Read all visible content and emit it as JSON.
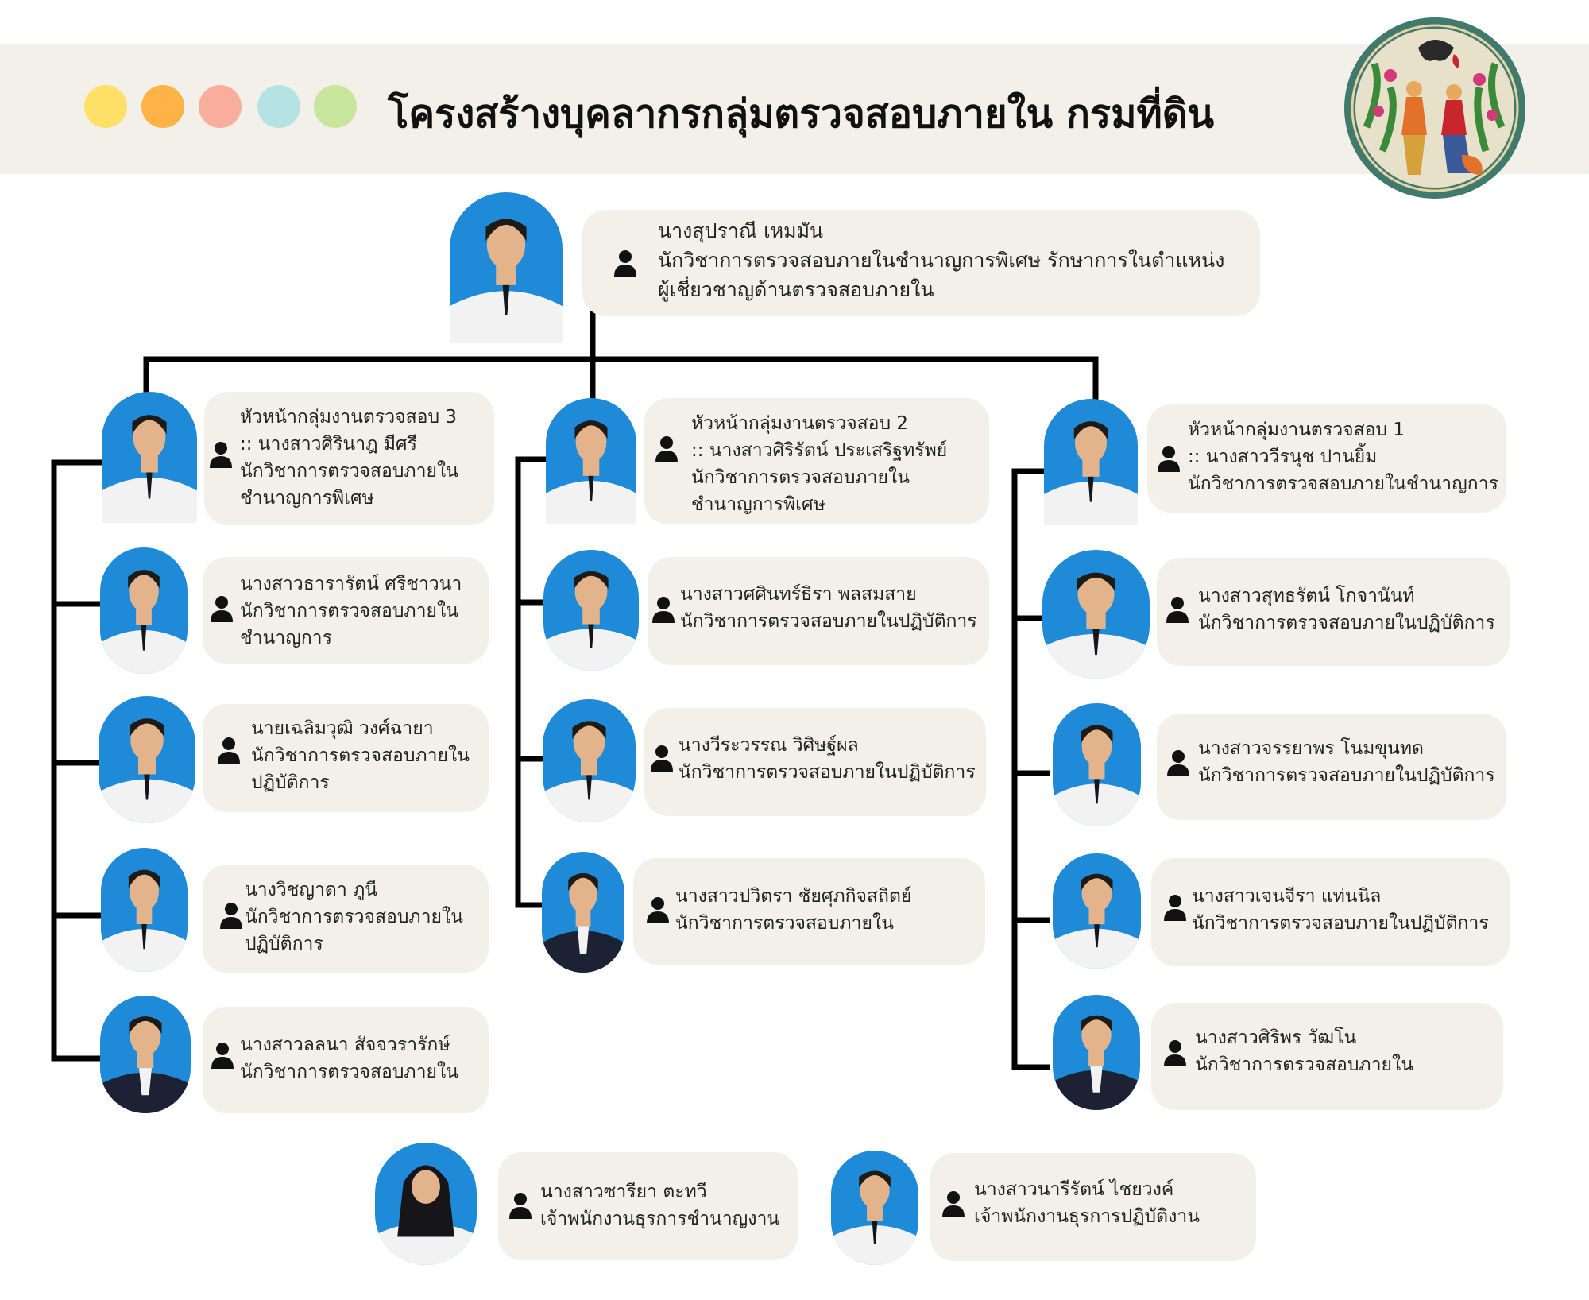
{
  "title": "โครงสร้างบุคลากรกลุ่มตรวจสอบภายใน กรมที่ดิน",
  "dots": [
    "#ffe066",
    "#ffb347",
    "#f9ad9c",
    "#b5e2e2",
    "#c8e69b"
  ],
  "chief": {
    "lines": [
      "นางสุปราณี เหมมัน",
      "นักวิชาการตรวจสอบภายในชำนาญการพิเศษ รักษาการในตำแหน่ง",
      "ผู้เชี่ยวชาญด้านตรวจสอบภายใน"
    ]
  },
  "group3": {
    "head": {
      "lines": [
        "หัวหน้ากลุ่มงานตรวจสอบ 3",
        ":: นางสาวศิรินาฎ มีศรี",
        "นักวิชาการตรวจสอบภายใน",
        "ชำนาญการพิเศษ"
      ]
    },
    "members": [
      {
        "lines": [
          "นางสาวธารารัตน์ ศรีชาวนา",
          "นักวิชาการตรวจสอบภายใน",
          "ชำนาญการ"
        ]
      },
      {
        "lines": [
          "นายเฉลิมวุฒิ วงศ์ฉายา",
          "นักวิชาการตรวจสอบภายใน",
          "ปฏิบัติการ"
        ]
      },
      {
        "lines": [
          "นางวิชญาดา ภูนี",
          "นักวิชาการตรวจสอบภายใน",
          "ปฏิบัติการ"
        ]
      },
      {
        "lines": [
          "นางสาวลลนา สัจจวรารักษ์",
          "นักวิชาการตรวจสอบภายใน"
        ]
      }
    ]
  },
  "group2": {
    "head": {
      "lines": [
        "หัวหน้ากลุ่มงานตรวจสอบ 2",
        ":: นางสาวศิริรัตน์ ประเสริฐทรัพย์",
        "นักวิชาการตรวจสอบภายใน",
        "ชำนาญการพิเศษ"
      ]
    },
    "members": [
      {
        "lines": [
          "นางสาวศศินทร์ธิรา พลสมสาย",
          "นักวิชาการตรวจสอบภายในปฏิบัติการ"
        ]
      },
      {
        "lines": [
          "นางวีระวรรณ วิศิษฐ์ผล",
          "นักวิชาการตรวจสอบภายในปฏิบัติการ"
        ]
      },
      {
        "lines": [
          "นางสาวปวิตรา ชัยศุภกิจสถิตย์",
          "นักวิชาการตรวจสอบภายใน"
        ]
      }
    ]
  },
  "group1": {
    "head": {
      "lines": [
        "หัวหน้ากลุ่มงานตรวจสอบ 1",
        ":: นางสาววีรนุช ปานยิ้ม",
        "นักวิชาการตรวจสอบภายในชำนาญการ"
      ]
    },
    "members": [
      {
        "lines": [
          "นางสาวสุทธรัตน์ โกจานันท์",
          "นักวิชาการตรวจสอบภายในปฏิบัติการ"
        ]
      },
      {
        "lines": [
          "นางสาวจรรยาพร โนมขุนทด",
          "นักวิชาการตรวจสอบภายในปฏิบัติการ"
        ]
      },
      {
        "lines": [
          "นางสาวเจนจีรา แท่นนิล",
          "นักวิชาการตรวจสอบภายในปฏิบัติการ"
        ]
      },
      {
        "lines": [
          "นางสาวศิริพร วัฒโน",
          "นักวิชาการตรวจสอบภายใน"
        ]
      }
    ]
  },
  "staff": [
    {
      "lines": [
        "นางสาวซารียา ตะทวี",
        "เจ้าพนักงานธุรการชำนาญงาน"
      ]
    },
    {
      "lines": [
        "นางสาวนารีรัตน์ ไชยวงค์",
        "เจ้าพนักงานธุรการปฏิบัติงาน"
      ]
    }
  ],
  "colors": {
    "card": "#f3f0ea",
    "line": "#000000",
    "photo_bg": "#1f8ad8"
  },
  "icons": {
    "person": "person-icon",
    "seal": "department-seal-icon"
  }
}
